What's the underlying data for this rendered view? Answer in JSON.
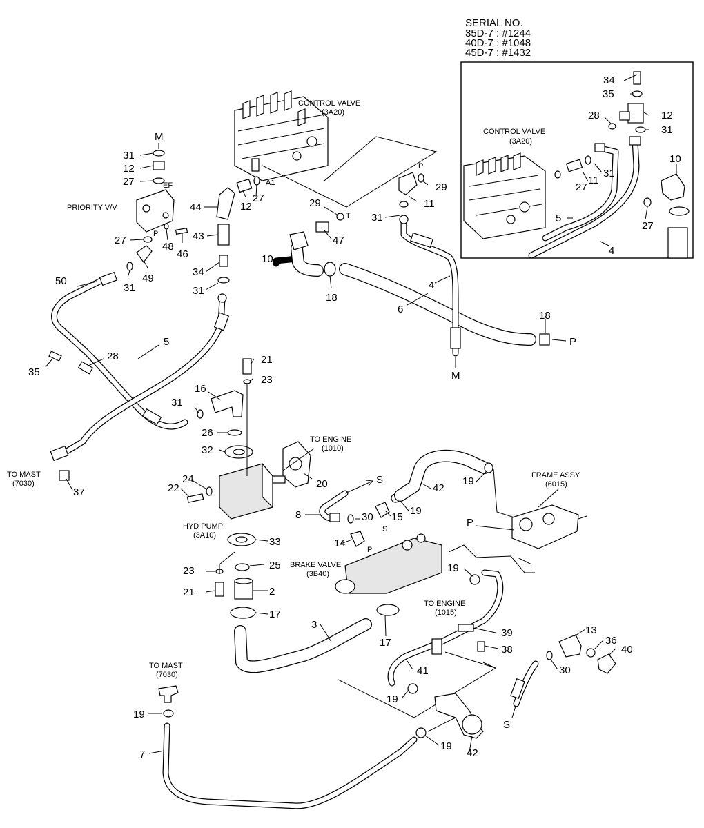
{
  "serial": {
    "title": "SERIAL NO.",
    "lines": [
      "35D-7 : #1244",
      "40D-7 : #1048",
      "45D-7 : #1432"
    ]
  },
  "labels": {
    "control_valve_main": [
      "CONTROL VALVE",
      "(3A20)"
    ],
    "control_valve_inset": [
      "CONTROL VALVE",
      "(3A20)"
    ],
    "priority_valve": "PRIORITY V/V",
    "to_mast_left": [
      "TO MAST",
      "(7030)"
    ],
    "to_mast_bottom": [
      "TO MAST",
      "(7030)"
    ],
    "to_engine_top": [
      "TO ENGINE",
      "(1010)"
    ],
    "to_engine_bottom": [
      "TO ENGINE",
      "(1015)"
    ],
    "hyd_pump": [
      "HYD PUMP",
      "(3A10)"
    ],
    "brake_valve": [
      "BRAKE VALVE",
      "(3B40)"
    ],
    "frame_assy": [
      "FRAME ASSY",
      "(6015)"
    ]
  },
  "connection_letters": {
    "m_top": "M",
    "m_bottom": "M",
    "p_right": "P",
    "p_frame": "P",
    "s_top": "S",
    "s_bottom": "S",
    "port_ef": "EF",
    "port_p": "P",
    "port_a1": "A1",
    "port_t": "T",
    "port_p_cv": "P",
    "port_s_brake": "S",
    "port_p_brake": "P"
  },
  "part_callouts": {
    "c34i": "34",
    "c35i": "35",
    "c28i": "28",
    "c12i": "12",
    "c31i": "31",
    "c10i": "10",
    "c11i": "11",
    "c27i": "27",
    "c31i2": "31",
    "c27i2": "27",
    "c5i": "5",
    "c4i": "4",
    "c31a": "31",
    "c12a": "12",
    "c27a": "27",
    "c27b": "27",
    "c48": "48",
    "c46": "46",
    "c49": "49",
    "c31b": "31",
    "c50": "50",
    "c44": "44",
    "c12b": "12",
    "c27c": "27",
    "c43": "43",
    "c34": "34",
    "c31c": "31",
    "c29a": "29",
    "c47": "47",
    "c10": "10",
    "c18a": "18",
    "c29b": "29",
    "c11": "11",
    "c31d": "31",
    "c4": "4",
    "c6": "6",
    "c18b": "18",
    "c35": "35",
    "c28": "28",
    "c5": "5",
    "c21a": "21",
    "c23a": "23",
    "c16": "16",
    "c31e": "31",
    "c26": "26",
    "c32": "32",
    "c20": "20",
    "c22": "22",
    "c24": "24",
    "c37": "37",
    "c33": "33",
    "c23b": "23",
    "c25": "25",
    "c21b": "21",
    "c2": "2",
    "c17a": "17",
    "c3": "3",
    "c8": "8",
    "c30a": "30",
    "c15": "15",
    "c19a": "19",
    "c42a": "42",
    "c19b": "19",
    "c14": "14",
    "c19c": "19",
    "c17b": "17",
    "c39": "39",
    "c38": "38",
    "c13": "13",
    "c36": "36",
    "c40": "40",
    "c30b": "30",
    "c41": "41",
    "c19d": "19",
    "c19e": "19",
    "c42b": "42",
    "c7": "7",
    "c19f": "19"
  }
}
